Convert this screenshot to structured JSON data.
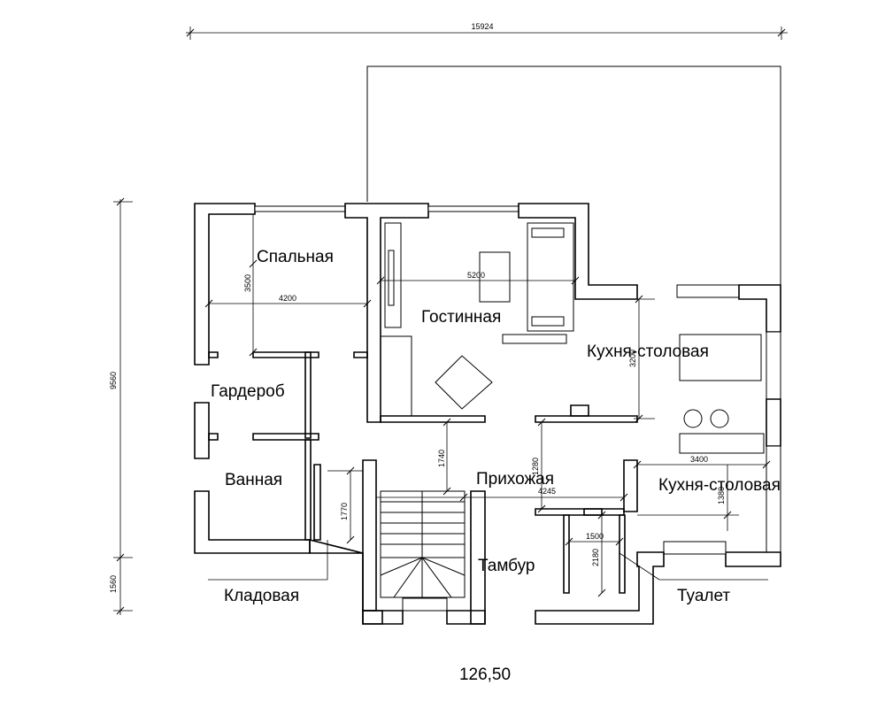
{
  "rooms": {
    "bedroom": "Спальная",
    "living": "Гостинная",
    "wardrobe": "Гардероб",
    "bath": "Ванная",
    "hall": "Прихожая",
    "kitchen_1": "Кухня-столовая",
    "kitchen_2": "Кухня-столовая",
    "vestibule": "Тамбур",
    "storage": "Кладовая",
    "toilet": "Туалет"
  },
  "dimensions": {
    "overall_width": "15924",
    "overall_height": "9560",
    "porch_depth": "1560",
    "bedroom_width": "4200",
    "bedroom_depth": "3500",
    "living_width": "5200",
    "kitchen_depth": "3200",
    "hall_width": "4245",
    "hall_depth": "1740",
    "hall_small": "1280",
    "storage_depth": "1770",
    "kitchen_width": "3400",
    "kitchen_small": "1380",
    "toilet_width": "1500",
    "toilet_depth": "2180"
  },
  "total_area": "126,50"
}
